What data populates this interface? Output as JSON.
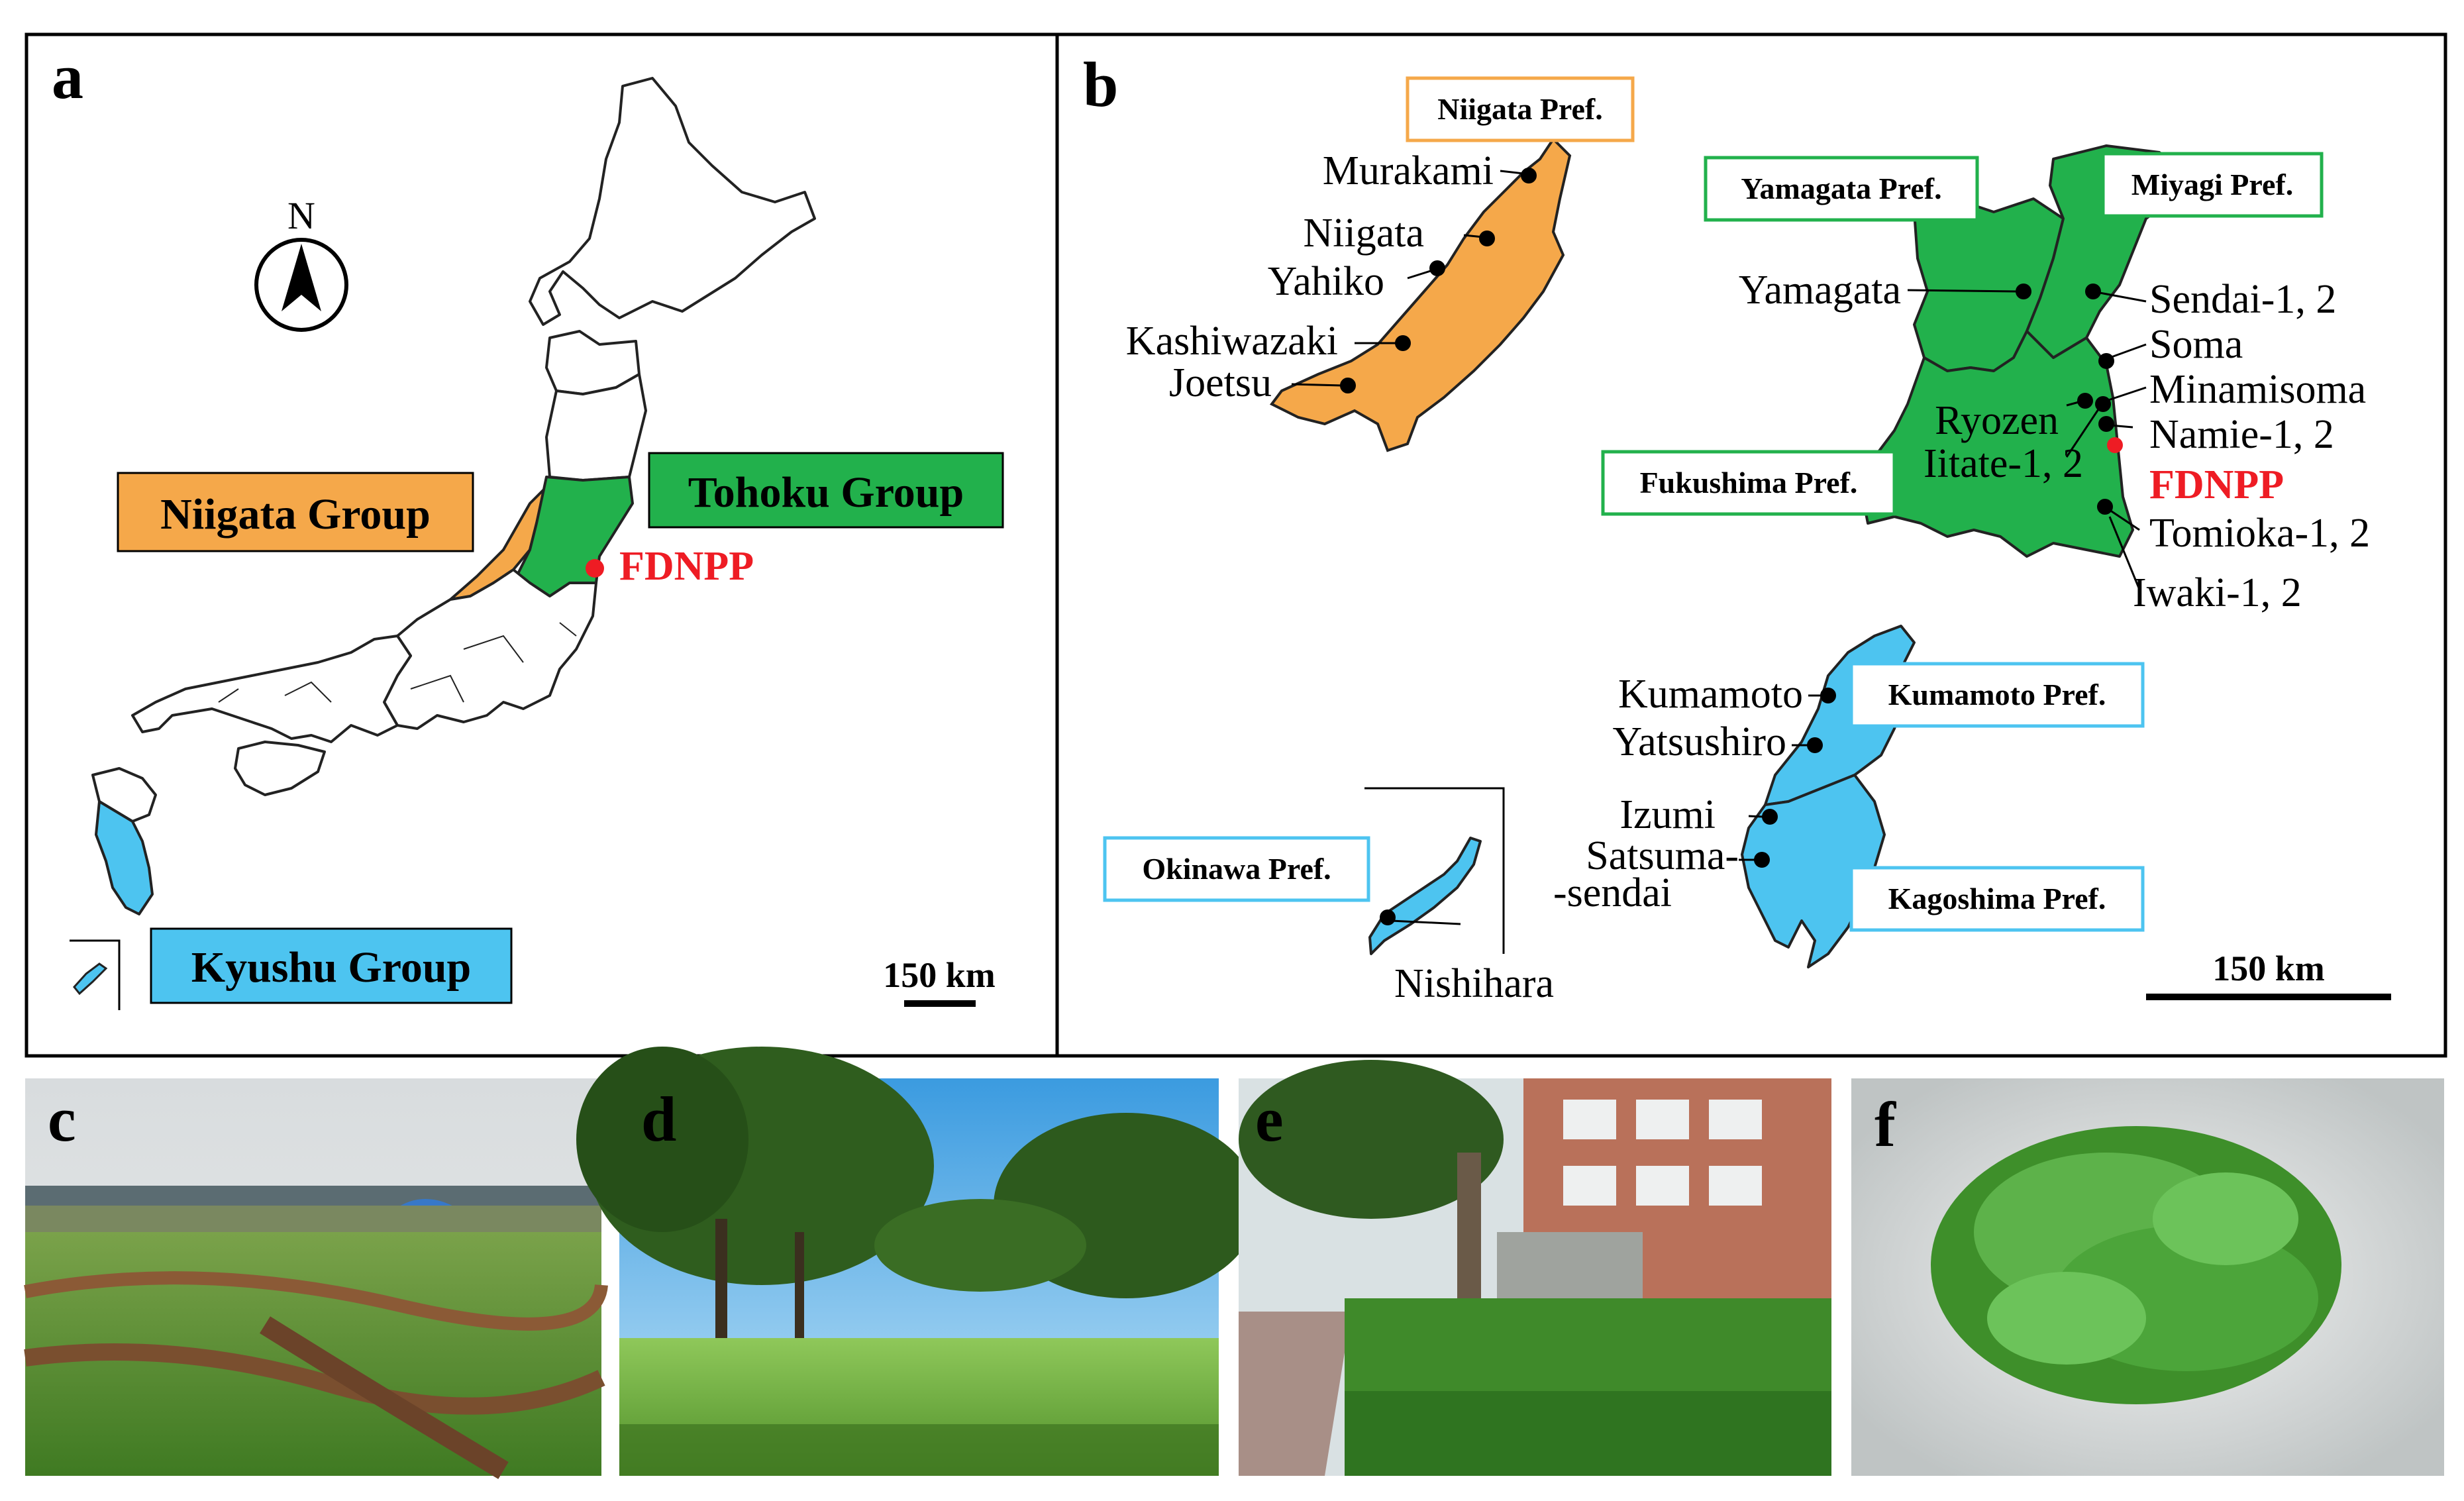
{
  "panels": {
    "a": "a",
    "b": "b",
    "c": "c",
    "d": "d",
    "e": "e",
    "f": "f"
  },
  "panel_a": {
    "north": "N",
    "groups": {
      "niigata": "Niigata Group",
      "tohoku": "Tohoku Group",
      "kyushu": "Kyushu Group"
    },
    "fdnpp": "FDNPP",
    "scale": "150 km"
  },
  "panel_b": {
    "prefectures": {
      "niigata": "Niigata Pref.",
      "yamagata": "Yamagata Pref.",
      "miyagi": "Miyagi Pref.",
      "fukushima": "Fukushima Pref.",
      "kumamoto": "Kumamoto Pref.",
      "kagoshima": "Kagoshima Pref.",
      "okinawa": "Okinawa Pref."
    },
    "sites": {
      "murakami": "Murakami",
      "niigata": "Niigata",
      "yahiko": "Yahiko",
      "kashiwazaki": "Kashiwazaki",
      "joetsu": "Joetsu",
      "yamagata": "Yamagata",
      "sendai": "Sendai-1, 2",
      "soma": "Soma",
      "minamisoma": "Minamisoma",
      "ryozen": "Ryozen",
      "namie": "Namie-1, 2",
      "iitate": "Iitate-1, 2",
      "tomioka": "Tomioka-1, 2",
      "iwaki": "Iwaki-1, 2",
      "kumamoto": "Kumamoto",
      "yatsushiro": "Yatsushiro",
      "izumi": "Izumi",
      "satsuma1": "Satsuma-",
      "satsuma2": "-sendai",
      "nishihara": "Nishihara"
    },
    "fdnpp": "FDNPP",
    "scale": "150 km"
  },
  "colors": {
    "niigata": "#f5a84a",
    "tohoku": "#22b14c",
    "kyushu": "#4dc4f0",
    "fdnpp": "#ee1c24"
  }
}
